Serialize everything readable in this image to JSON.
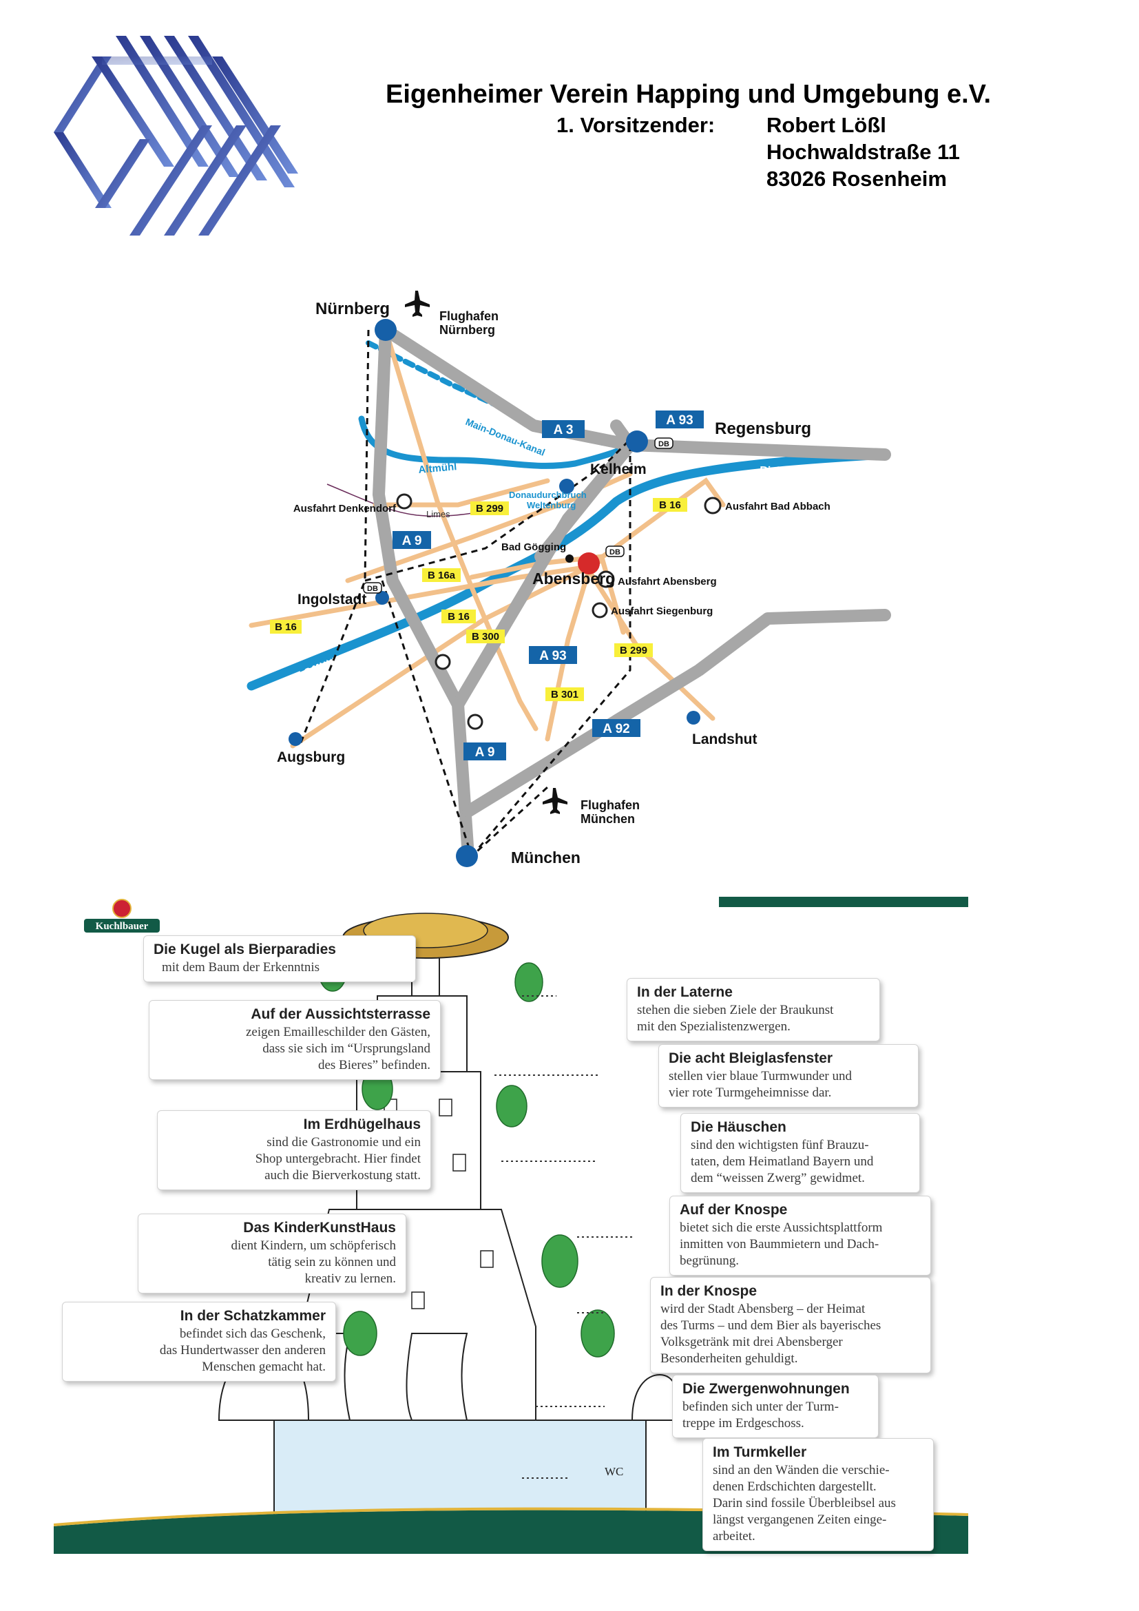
{
  "header": {
    "title": "Eigenheimer Verein Happing und Umgebung e.V.",
    "chair_label": "1. Vorsitzender:",
    "chair_name": "Robert Lößl",
    "chair_street": "Hochwaldstraße 11",
    "chair_city": "83026 Rosenheim"
  },
  "map": {
    "cities": {
      "nuernberg": "Nürnberg",
      "regensburg": "Regensburg",
      "kelheim": "Kelheim",
      "ingolstadt": "Ingolstadt",
      "abensberg": "Abensberg",
      "augsburg": "Augsburg",
      "landshut": "Landshut",
      "muenchen": "München",
      "bad_goegging": "Bad Gögging"
    },
    "airport_nuernberg": [
      "Flughafen",
      "Nürnberg"
    ],
    "airport_muenchen": [
      "Flughafen",
      "München"
    ],
    "exits": {
      "denkendorf": "Ausfahrt Denkendorf",
      "bad_abbach": "Ausfahrt Bad Abbach",
      "abensberg": "Ausfahrt Abensberg",
      "siegenburg": "Ausfahrt Siegenburg"
    },
    "motorways": {
      "a3": "A 3",
      "a93_top": "A 93",
      "a9_top": "A 9",
      "a93_mid": "A 93",
      "a92": "A 92",
      "a9_bottom": "A 9"
    },
    "federal_roads": {
      "b299_left": "B 299",
      "b16_right": "B 16",
      "b16a": "B 16a",
      "b16_left": "B 16",
      "b16_mid": "B 16",
      "b300": "B 300",
      "b299_right": "B 299",
      "b301": "B 301"
    },
    "waters": {
      "canal": "Main-Donau-Kanal",
      "altmuehl": "Altmühl",
      "donau": "Donau",
      "gorge": [
        "Donaudurchbruch",
        "Weltenburg"
      ],
      "limes": "Limes"
    },
    "direction": "Richtung Straubing",
    "rail": "DB"
  },
  "tower": {
    "brand": "Kuchlbauer",
    "wc": "WC",
    "captions": [
      {
        "title": "Die Kugel als Bierparadies",
        "body": "mit dem Baum der Erkenntnis"
      },
      {
        "title": "Auf der Aussichtsterrasse",
        "body": "zeigen Emailleschilder den Gästen,\ndass sie sich im “Ursprungsland\ndes Bieres” befinden."
      },
      {
        "title": "Im Erdhügelhaus",
        "body": "sind die Gastronomie und ein\nShop untergebracht. Hier findet\nauch die Bierverkostung statt."
      },
      {
        "title": "Das KinderKunstHaus",
        "body": "dient Kindern, um schöpferisch\ntätig sein zu können und\nkreativ zu lernen."
      },
      {
        "title": "In der Schatzkammer",
        "body": "befindet sich das Geschenk,\ndas Hundertwasser den anderen\nMenschen gemacht hat."
      },
      {
        "title": "In der Laterne",
        "body": "stehen die sieben Ziele der Braukunst\nmit den Spezialistenzwergen."
      },
      {
        "title": "Die acht Bleiglasfenster",
        "body": "stellen vier blaue Turmwunder und\nvier rote Turmgeheimnisse dar."
      },
      {
        "title": "Die Häuschen",
        "body": "sind den wichtigsten fünf Brauzu-\ntaten, dem Heimatland Bayern und\ndem “weissen Zwerg” gewidmet."
      },
      {
        "title": "Auf der Knospe",
        "body": "bietet sich die erste Aussichtsplattform\ninmitten von Baummietern und Dach-\nbegrünung."
      },
      {
        "title": "In der Knospe",
        "body": "wird der Stadt Abensberg – der Heimat\ndes Turms – und dem Bier als bayerisches\nVolksgetränk mit drei Abensberger\nBesonderheiten gehuldigt."
      },
      {
        "title": "Die Zwergenwohnungen",
        "body": "befinden sich unter der Turm-\ntreppe im Erdgeschoss."
      },
      {
        "title": "Im Turmkeller",
        "body": "sind an den Wänden die verschie-\ndenen Erdschichten dargestellt.\nDarin sind fossile Überbleibsel aus\nlängst vergangenen Zeiten einge-\narbeitet."
      }
    ]
  },
  "colors": {
    "logo_blue": "#2f3f9a",
    "motorway": "#a7a7a7",
    "federal_road": "#f2c08a",
    "water": "#1a93cf",
    "road_badge_blue": "#1464a8",
    "road_badge_yellow": "#f8ef3a",
    "city_dot": "#1660a8",
    "abensberg_dot": "#d62a2a",
    "footer_green": "#125a46"
  }
}
